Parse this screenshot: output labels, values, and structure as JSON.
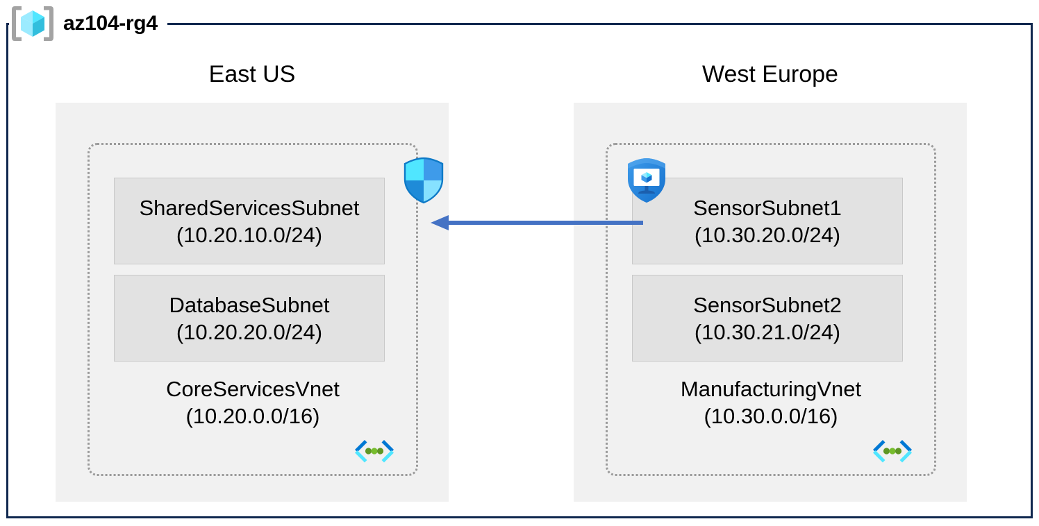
{
  "resource_group": {
    "name": "az104-rg4",
    "icon": "resource-group-cube-icon"
  },
  "frame_color": "#10284f",
  "regions": [
    {
      "label": "East US",
      "vnet": {
        "name": "CoreServicesVnet",
        "cidr": "(10.20.0.0/16)",
        "icon": "virtual-network-icon",
        "subnets": [
          {
            "name": "SharedServicesSubnet",
            "cidr": "(10.20.10.0/24)",
            "icon": "network-security-group-shield-icon"
          },
          {
            "name": "DatabaseSubnet",
            "cidr": "(10.20.20.0/24)",
            "icon": null
          }
        ]
      }
    },
    {
      "label": "West Europe",
      "vnet": {
        "name": "ManufacturingVnet",
        "cidr": "(10.30.0.0/16)",
        "icon": "virtual-network-icon",
        "subnets": [
          {
            "name": "SensorSubnet1",
            "cidr": "(10.30.20.0/24)",
            "icon": "azure-firewall-shield-monitor-icon"
          },
          {
            "name": "SensorSubnet2",
            "cidr": "(10.30.21.0/24)",
            "icon": null
          }
        ]
      }
    }
  ],
  "connection": {
    "name": "vnet-peering-arrow",
    "direction": "right-to-left",
    "color": "#4472c4",
    "label": ""
  },
  "colors": {
    "region_background": "#f1f1f1",
    "subnet_background": "#e2e2e2",
    "subnet_border": "#c9c9c9",
    "vnet_border": "#9b9b9b",
    "arrow": "#4472c4",
    "frame": "#10284f",
    "accent_blue": "#0078d4",
    "cube_cyan": "#50e6ff"
  }
}
